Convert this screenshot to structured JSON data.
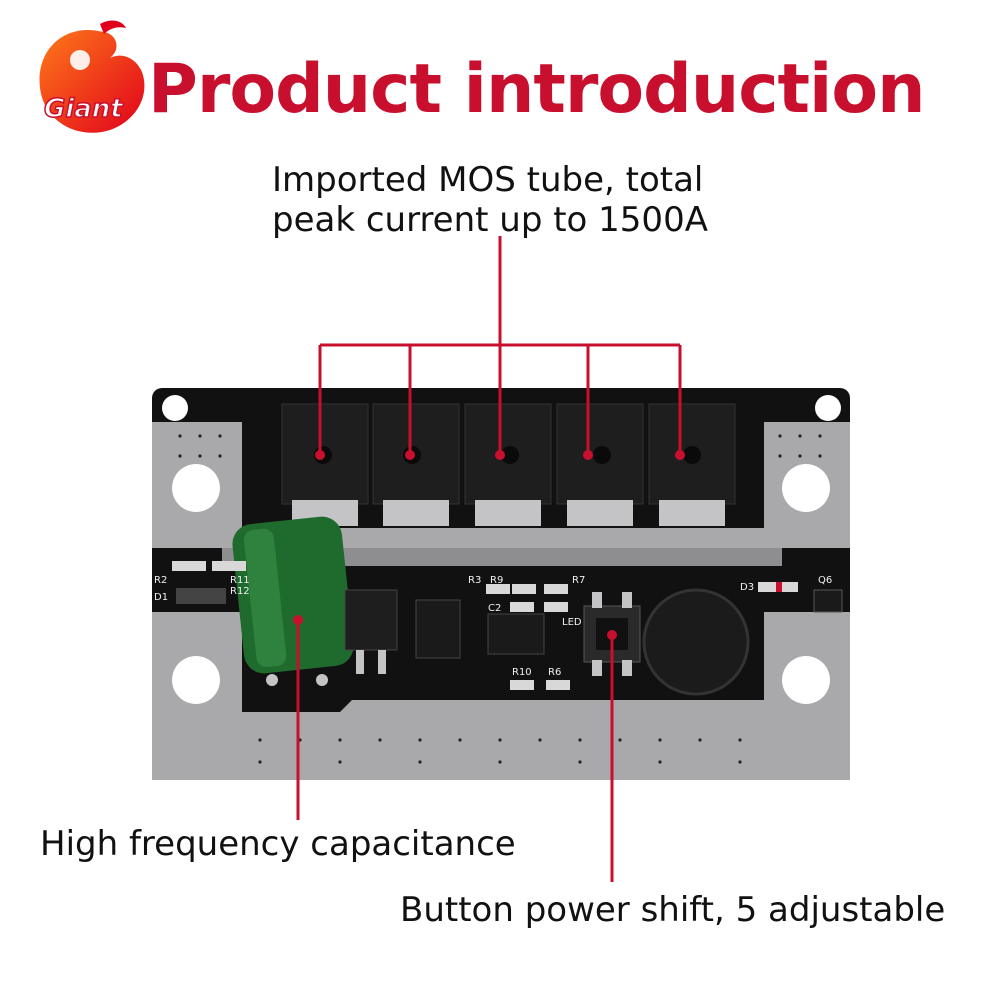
{
  "logo": {
    "text": "Giant",
    "accent_color": "#c8102e"
  },
  "title": "Product introduction",
  "callouts": {
    "mos": [
      "Imported MOS tube, total",
      "peak current up to 1500A"
    ],
    "capacitor": "High frequency capacitance",
    "button": "Button power shift, 5 adjustable"
  },
  "pcb_labels": {
    "R2": "R2",
    "D1": "D1",
    "R11": "R11",
    "R12": "R12",
    "R3": "R3",
    "R9": "R9",
    "C2": "C2",
    "R7": "R7",
    "LED": "LED",
    "R10": "R10",
    "R6": "R6",
    "D3": "D3",
    "Q6": "Q6"
  },
  "colors": {
    "accent": "#c8102e",
    "board": "#111111",
    "copper": "#a9a9ab"
  }
}
